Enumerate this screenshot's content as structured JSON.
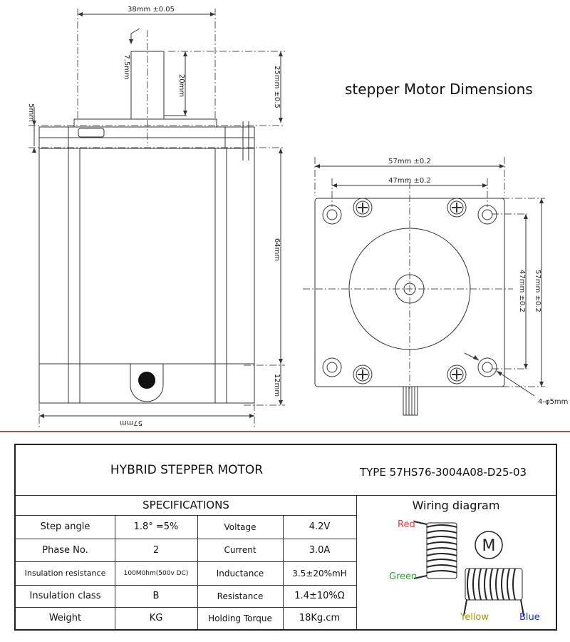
{
  "heading": "stepper Motor Dimensions",
  "side_view": {
    "dims": {
      "body_width": "38mm ±0.05",
      "shaft_length": "25mm ±0.5",
      "flat_length": "20mm",
      "shaft_diameter": "7.5mm",
      "boss_height": "5mm",
      "body_length": "64mm",
      "connector_height": "12mm",
      "bottom_width": "57mm"
    }
  },
  "front_view": {
    "dims": {
      "outer_width": "57mm  ±0.2",
      "hole_spacing": "47mm  ±0.2",
      "hole_spacing_v": "47mm ±0.2",
      "outer_height": "57mm ±0.2",
      "holes": "4-φ5mm"
    }
  },
  "table": {
    "title": "HYBRID STEPPER MOTOR",
    "type": "TYPE 57HS76-3004A08-D25-03",
    "specs_header": "SPECIFICATIONS",
    "wiring_header": "Wiring diagram",
    "rows": [
      {
        "label": "Step angle",
        "value": "1.8°  =5%",
        "label2": "Voltage",
        "value2": "4.2V"
      },
      {
        "label": "Phase No.",
        "value": "2",
        "label2": "Current",
        "value2": "3.0A"
      },
      {
        "label": "Insulation resistance",
        "value": "100M0hm(500v DC)",
        "label2": "Inductance",
        "value2": "3.5±20%mH"
      },
      {
        "label": "Insulation class",
        "value": "B",
        "label2": "Resistance",
        "value2": "1.4±10%Ω"
      },
      {
        "label": "Weight",
        "value": "KG",
        "label2": "Holding Torque",
        "value2": "18Kg.cm"
      }
    ],
    "wiring": {
      "red": "Red",
      "green": "Green",
      "yellow": "Yellow",
      "blue": "Blue",
      "motor": "M"
    }
  },
  "colors": {
    "separator": "#e53935",
    "red_wire": "#e53935",
    "green_wire": "#2e9e2e",
    "yellow_wire": "#9a9a00",
    "blue_wire": "#1a2fd0"
  }
}
